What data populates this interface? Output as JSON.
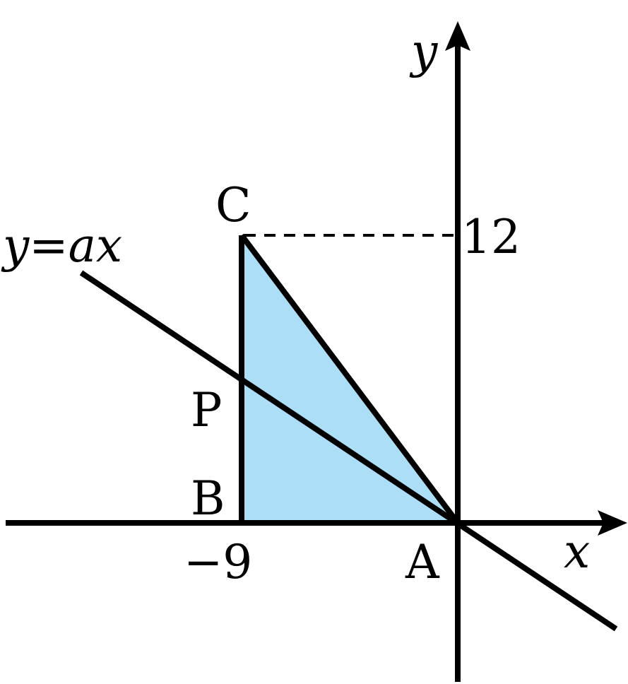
{
  "colors": {
    "triangle_fill": "#acdff7",
    "stroke": "#000000",
    "background": "#ffffff"
  },
  "axes": {
    "x_label": "x",
    "y_label": "y"
  },
  "ticks": {
    "x_value": "−9",
    "y_value": "12"
  },
  "points": {
    "A": "A",
    "B": "B",
    "C": "C",
    "P": "P"
  },
  "line_label": "y=ax"
}
